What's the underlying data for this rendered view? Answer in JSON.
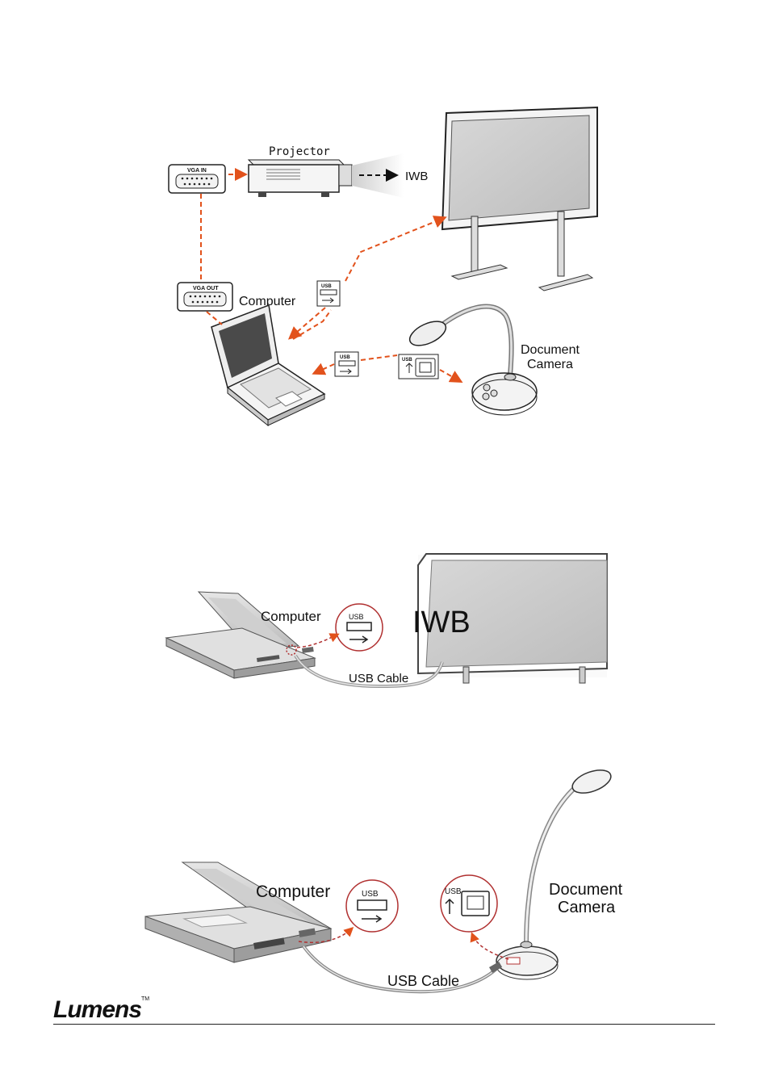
{
  "diagram1": {
    "labels": {
      "projector": "Projector",
      "iwb": "IWB",
      "computer": "Computer",
      "document_camera_line1": "Document",
      "document_camera_line2": "Camera"
    },
    "ports": {
      "vga_in": "VGA IN",
      "vga_out": "VGA OUT",
      "usb": "USB"
    },
    "colors": {
      "connection": "#e2521c"
    }
  },
  "diagram2": {
    "labels": {
      "computer": "Computer",
      "iwb": "IWB",
      "cable": "USB Cable"
    },
    "ports": {
      "usb": "USB"
    }
  },
  "diagram3": {
    "labels": {
      "computer": "Computer",
      "document_camera_line1": "Document",
      "document_camera_line2": "Camera",
      "cable": "USB Cable"
    },
    "ports": {
      "usb": "USB"
    }
  },
  "footer": {
    "brand": "Lumens",
    "trademark": "TM"
  }
}
